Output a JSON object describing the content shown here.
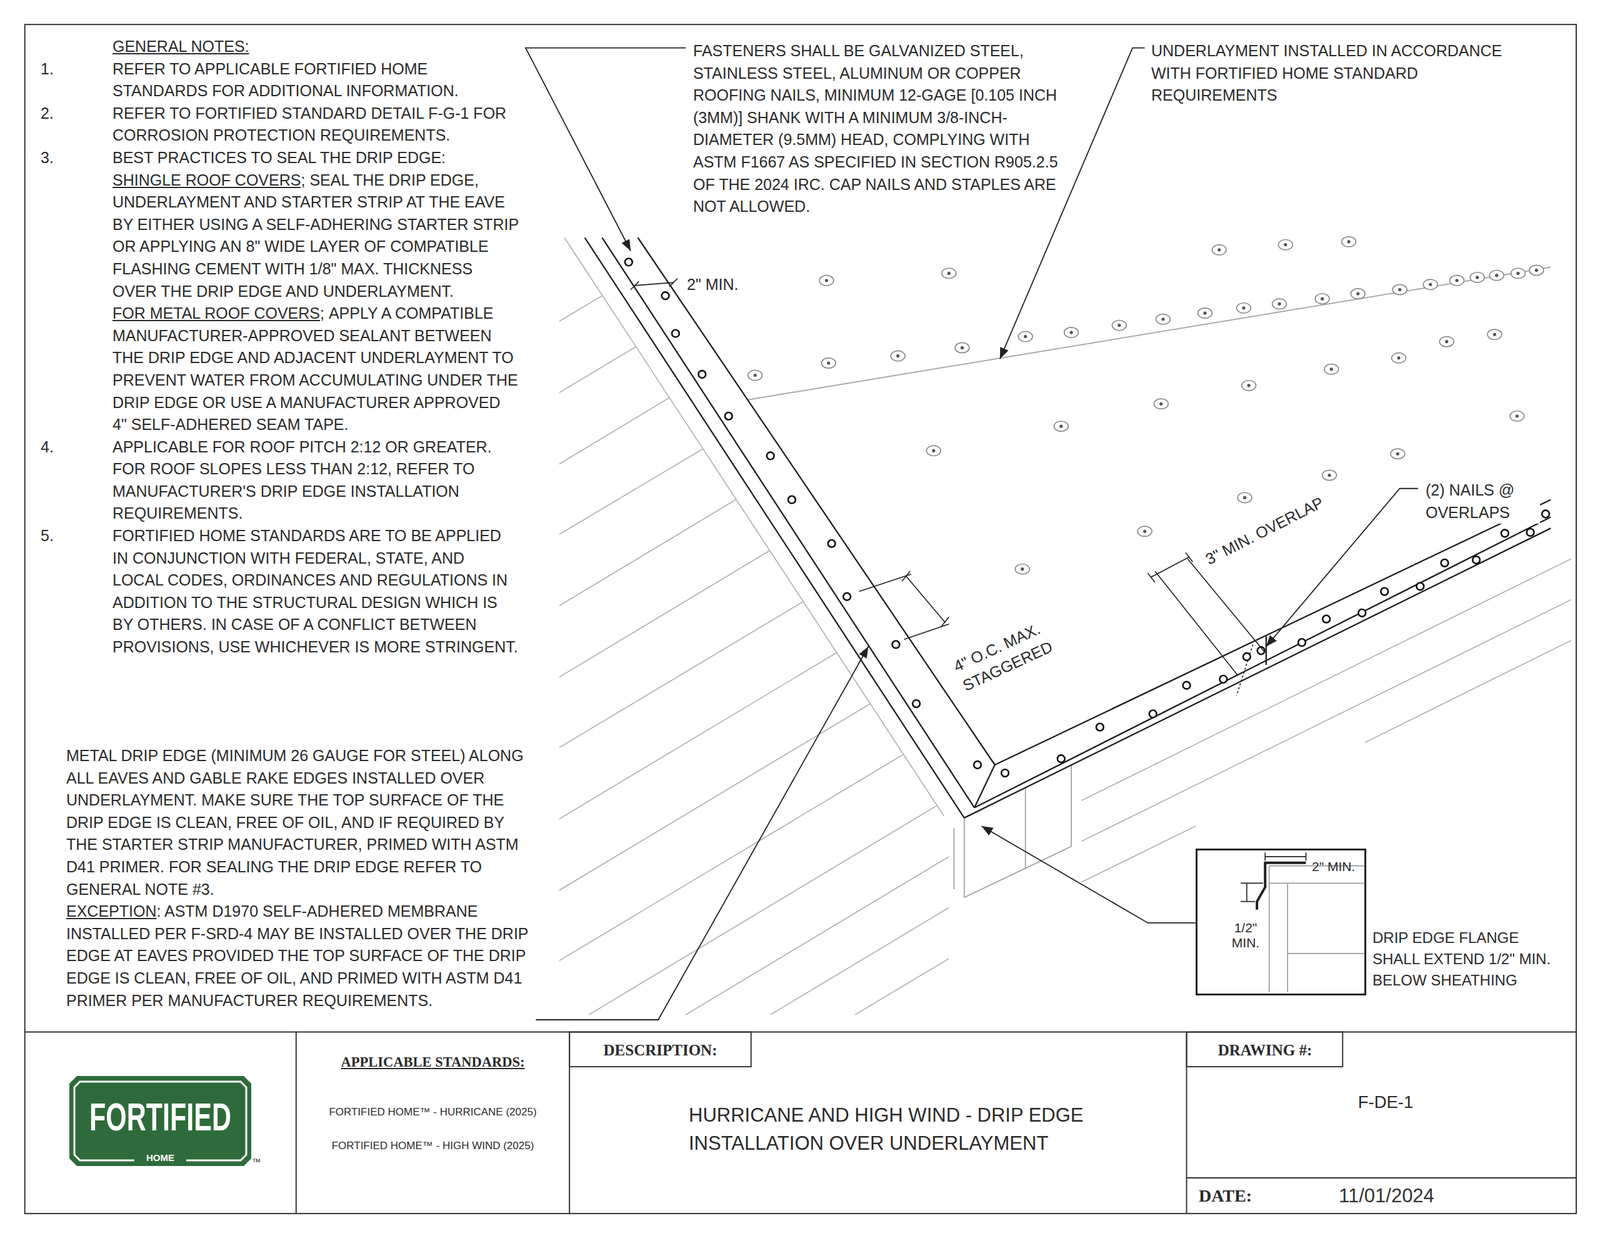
{
  "diagram": {
    "nodes": [
      {
        "text": [
          "2\" MIN.",
          "1/2\" MIN."
        ]
      },
      {
        "text": [
          "FORTIFIED",
          "HOME"
        ]
      },
      {
        "text": [
          "APPLICABLE STANDARDS:",
          "FORTIFIED HOME™ - HURRICANE (2025)",
          "FORTIFIED HOME™ - HIGH WIND (2025)"
        ]
      },
      {
        "text": [
          "DESCRIPTION:",
          "HURRICANE AND HIGH WIND - DRIP EDGE INSTALLATION OVER UNDERLAYMENT"
        ]
      },
      {
        "text": [
          "DRAWING #:",
          "F-DE-1"
        ]
      },
      {
        "text": [
          "DATE:",
          "11/01/2024"
        ]
      }
    ],
    "labels": [
      "GENERAL NOTES:",
      "1.",
      "REFER TO APPLICABLE FORTIFIED HOME STANDARDS FOR ADDITIONAL INFORMATION.",
      "2.",
      "REFER TO FORTIFIED STANDARD DETAIL F-G-1 FOR CORROSION PROTECTION REQUIREMENTS.",
      "3.",
      "BEST PRACTICES TO SEAL THE DRIP EDGE:",
      "SHINGLE ROOF COVERS;",
      "SEAL THE DRIP EDGE, UNDERLAYMENT AND STARTER STRIP AT THE EAVE BY EITHER USING A SELF-ADHERING STARTER STRIP OR APPLYING AN 8\" WIDE LAYER OF COMPATIBLE FLASHING CEMENT WITH 1/8\" MAX. THICKNESS OVER THE DRIP EDGE AND UNDERLAYMENT.",
      "FOR METAL ROOF COVERS;",
      "APPLY A COMPATIBLE MANUFACTURER-APPROVED SEALANT BETWEEN THE DRIP EDGE AND ADJACENT UNDERLAYMENT TO PREVENT WATER FROM ACCUMULATING UNDER THE DRIP EDGE OR USE A MANUFACTURER APPROVED 4\" SELF-ADHERED SEAM TAPE.",
      "4.",
      "APPLICABLE FOR ROOF PITCH 2:12 OR GREATER. FOR ROOF SLOPES LESS THAN 2:12, REFER TO MANUFACTURER'S DRIP EDGE INSTALLATION REQUIREMENTS.",
      "5.",
      "FORTIFIED HOME STANDARDS ARE TO BE APPLIED IN CONJUNCTION WITH FEDERAL, STATE, AND LOCAL CODES, ORDINANCES AND REGULATIONS IN ADDITION TO THE STRUCTURAL DESIGN WHICH IS BY OTHERS. IN CASE OF A CONFLICT BETWEEN PROVISIONS, USE WHICHEVER IS MORE STRINGENT.",
      "METAL DRIP EDGE (MINIMUM 26 GAUGE FOR STEEL) ALONG ALL EAVES AND GABLE RAKE EDGES INSTALLED OVER UNDERLAYMENT. MAKE SURE THE TOP SURFACE OF THE DRIP EDGE IS CLEAN, FREE OF OIL, AND IF REQUIRED BY THE STARTER STRIP MANUFACTURER, PRIMED WITH ASTM D41 PRIMER. FOR SEALING THE DRIP EDGE REFER TO GENERAL NOTE #3.",
      "EXCEPTION",
      ": ASTM D1970 SELF-ADHERED MEMBRANE INSTALLED PER F-SRD-4 MAY BE INSTALLED OVER THE DRIP EDGE AT EAVES PROVIDED THE TOP SURFACE OF THE DRIP EDGE IS CLEAN, FREE OF OIL, AND PRIMED WITH ASTM D41 PRIMER PER MANUFACTURER REQUIREMENTS.",
      "FASTENERS SHALL BE GALVANIZED STEEL, STAINLESS STEEL, ALUMINUM OR COPPER ROOFING NAILS, MINIMUM 12-GAGE [0.105 INCH (3MM)] SHANK WITH A MINIMUM 3/8-INCH-DIAMETER (9.5MM) HEAD, COMPLYING WITH ASTM F1667 AS SPECIFIED IN SECTION R905.2.5 OF THE 2024 IRC. CAP NAILS AND STAPLES ARE NOT ALLOWED.",
      "UNDERLAYMENT INSTALLED IN ACCORDANCE WITH FORTIFIED HOME STANDARD REQUIREMENTS",
      "2\" MIN.",
      "4\" O.C. MAX. STAGGERED",
      "3\" MIN. OVERLAP",
      "(2) NAILS @ OVERLAPS",
      "DRIP EDGE FLANGE SHALL EXTEND 1/2\" MIN. BELOW SHEATHING",
      "™"
    ]
  }
}
